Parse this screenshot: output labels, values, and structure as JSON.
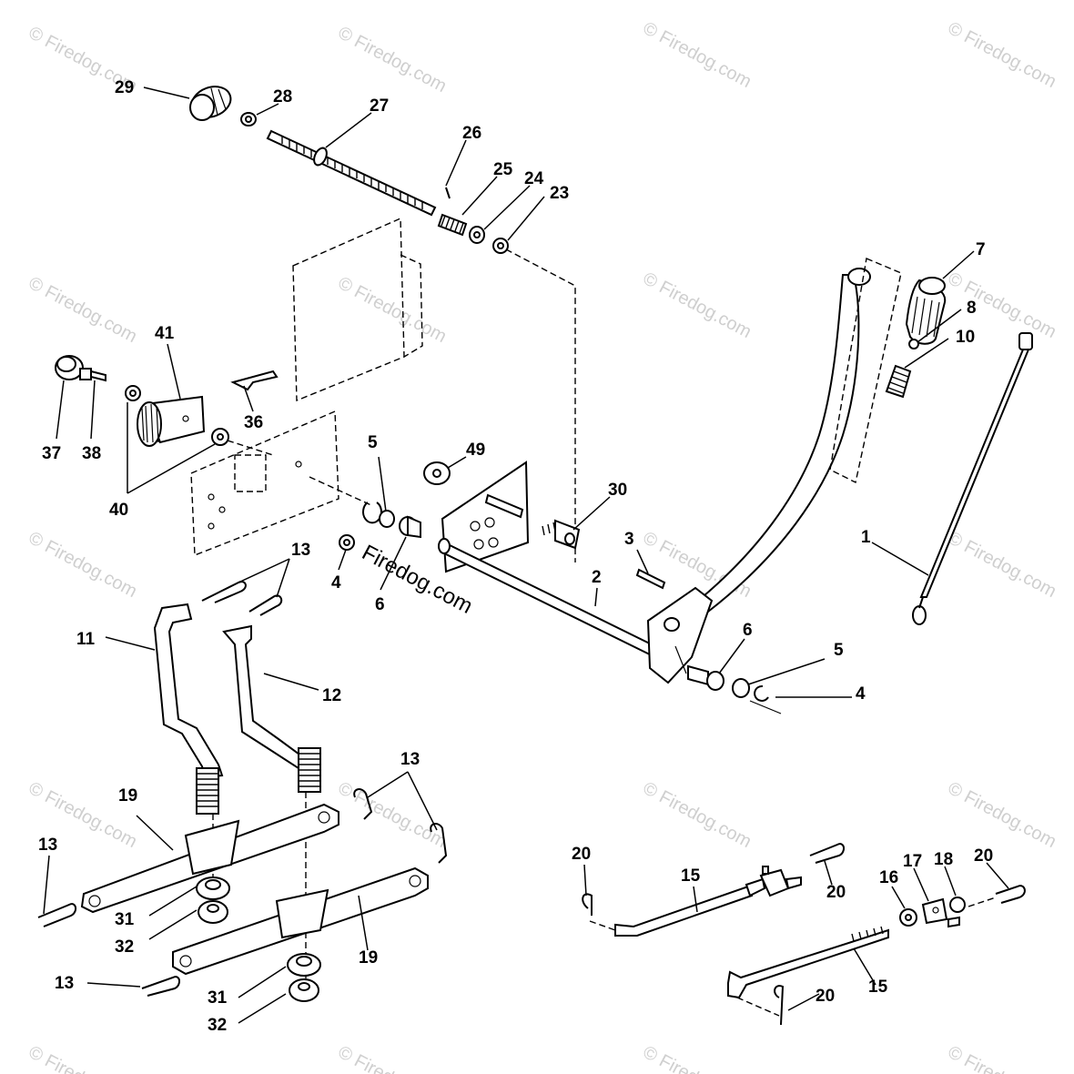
{
  "watermark": {
    "text": "© Firedog.com",
    "center_text": "Firedog.com"
  },
  "callouts": [
    {
      "id": "c29",
      "text": "29"
    },
    {
      "id": "c28",
      "text": "28"
    },
    {
      "id": "c27",
      "text": "27"
    },
    {
      "id": "c26",
      "text": "26"
    },
    {
      "id": "c25",
      "text": "25"
    },
    {
      "id": "c24",
      "text": "24"
    },
    {
      "id": "c23",
      "text": "23"
    },
    {
      "id": "c7",
      "text": "7"
    },
    {
      "id": "c8",
      "text": "8"
    },
    {
      "id": "c10",
      "text": "10"
    },
    {
      "id": "c41",
      "text": "41"
    },
    {
      "id": "c37",
      "text": "37"
    },
    {
      "id": "c38",
      "text": "38"
    },
    {
      "id": "c40",
      "text": "40"
    },
    {
      "id": "c36",
      "text": "36"
    },
    {
      "id": "c5a",
      "text": "5"
    },
    {
      "id": "c49",
      "text": "49"
    },
    {
      "id": "c30",
      "text": "30"
    },
    {
      "id": "c1",
      "text": "1"
    },
    {
      "id": "c4a",
      "text": "4"
    },
    {
      "id": "c6a",
      "text": "6"
    },
    {
      "id": "c3",
      "text": "3"
    },
    {
      "id": "c2",
      "text": "2"
    },
    {
      "id": "c13a",
      "text": "13"
    },
    {
      "id": "c11",
      "text": "11"
    },
    {
      "id": "c12",
      "text": "12"
    },
    {
      "id": "c6b",
      "text": "6"
    },
    {
      "id": "c5b",
      "text": "5"
    },
    {
      "id": "c4b",
      "text": "4"
    },
    {
      "id": "c13b",
      "text": "13"
    },
    {
      "id": "c19a",
      "text": "19"
    },
    {
      "id": "c13c",
      "text": "13"
    },
    {
      "id": "c31a",
      "text": "31"
    },
    {
      "id": "c32a",
      "text": "32"
    },
    {
      "id": "c19b",
      "text": "19"
    },
    {
      "id": "c13d",
      "text": "13"
    },
    {
      "id": "c31b",
      "text": "31"
    },
    {
      "id": "c32b",
      "text": "32"
    },
    {
      "id": "c20a",
      "text": "20"
    },
    {
      "id": "c15a",
      "text": "15"
    },
    {
      "id": "c20b",
      "text": "20"
    },
    {
      "id": "c16",
      "text": "16"
    },
    {
      "id": "c17",
      "text": "17"
    },
    {
      "id": "c18",
      "text": "18"
    },
    {
      "id": "c20c",
      "text": "20"
    },
    {
      "id": "c20d",
      "text": "20"
    },
    {
      "id": "c15b",
      "text": "15"
    }
  ]
}
